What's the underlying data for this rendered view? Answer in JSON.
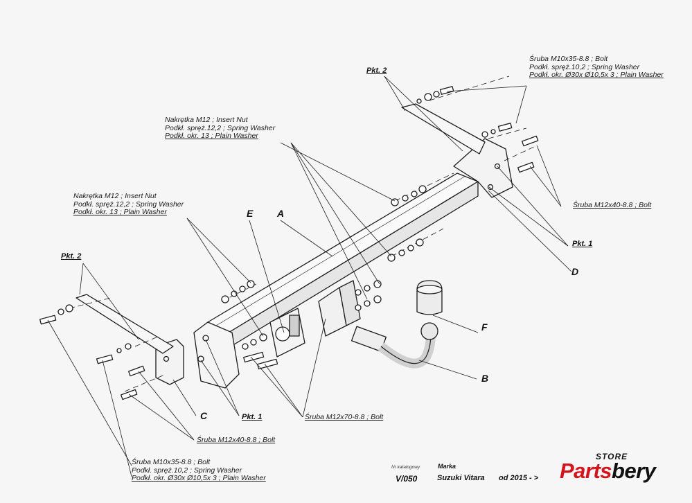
{
  "labels": {
    "top_right_bolt": [
      "Śruba M10x35-8.8 ;  Bolt",
      "Podkł. spręż.10,2 ; Spring Washer",
      "Podkł. okr.  Ø30x Ø10,5x 3 ; Plain Washer"
    ],
    "center_nut": [
      "Nakrętka  M12 ; Insert Nut",
      "Podkł. spręż.12,2 ; Spring Washer",
      "Podkł. okr. 13 ; Plain Washer"
    ],
    "left_nut": [
      "Nakrętka  M12 ; Insert Nut",
      "Podkł. spręż.12,2 ; Spring Washer",
      "Podkł. okr. 13 ; Plain Washer"
    ],
    "bottom_left_bolt": [
      "Śruba M10x35-8.8 ;  Bolt",
      "Podkł. spręż.10,2 ; Spring Washer",
      "Podkł. okr.  Ø30x Ø10,5x 3 ; Plain Washer"
    ],
    "bolt_m12x40_right": "Śruba M12x40-8.8 ;  Bolt",
    "bolt_m12x40_bottom": "Śruba M12x40-8.8 ;  Bolt",
    "bolt_m12x70": "Śruba M12x70-8.8 ;  Bolt",
    "pkt_1": "Pkt. 1",
    "pkt_2": "Pkt. 2"
  },
  "letters": {
    "A": "A",
    "B": "B",
    "C": "C",
    "D": "D",
    "E": "E",
    "F": "F"
  },
  "catalog": {
    "nr_label": "Nr katalogowy",
    "nr_value": "V/050",
    "marka_label": "Marka",
    "marka_value": "Suzuki Vitara",
    "year": "od 2015 - >"
  },
  "logo": {
    "store": "STORE",
    "brand_part1": "Parts",
    "brand_part2": "bery",
    "accent_color": "#d3151b"
  }
}
